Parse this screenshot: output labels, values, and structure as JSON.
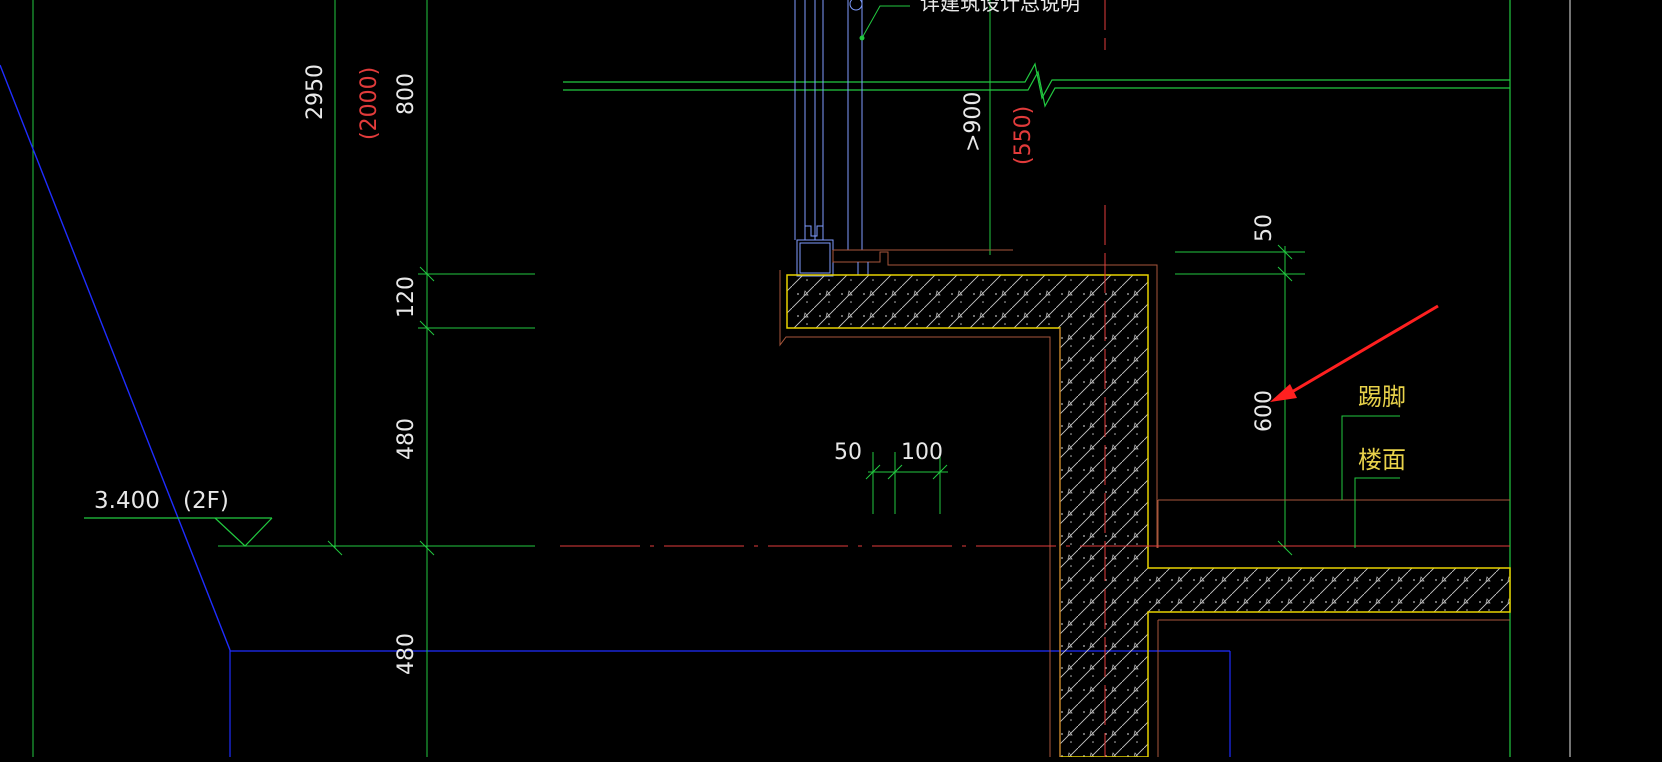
{
  "colors": {
    "background": "#000000",
    "dimension_line": "#22c940",
    "text_white": "#e8e8e8",
    "text_red": "#e23b3b",
    "text_yellow": "#e8d24a",
    "blue": "#1f2dff",
    "light_blue": "#7f9cff",
    "brown": "#a8563b",
    "concrete_edge": "#e8d200",
    "arrow": "#ff2020"
  },
  "labels": {
    "note_top": "详建筑设计总说明",
    "dim_2950": "2950",
    "dim_2000": "(2000)",
    "dim_800": "800",
    "dim_120": "120",
    "dim_480_upper": "480",
    "dim_480_lower": "480",
    "dim_900": ">900",
    "dim_550": "(550)",
    "dim_50_right": "50",
    "dim_600": "600",
    "dim_50_center": "50",
    "dim_100": "100",
    "level_value": "3.400",
    "level_floor": "(2F)",
    "tag_baseboard": "踢脚",
    "tag_floor_finish": "楼面"
  }
}
